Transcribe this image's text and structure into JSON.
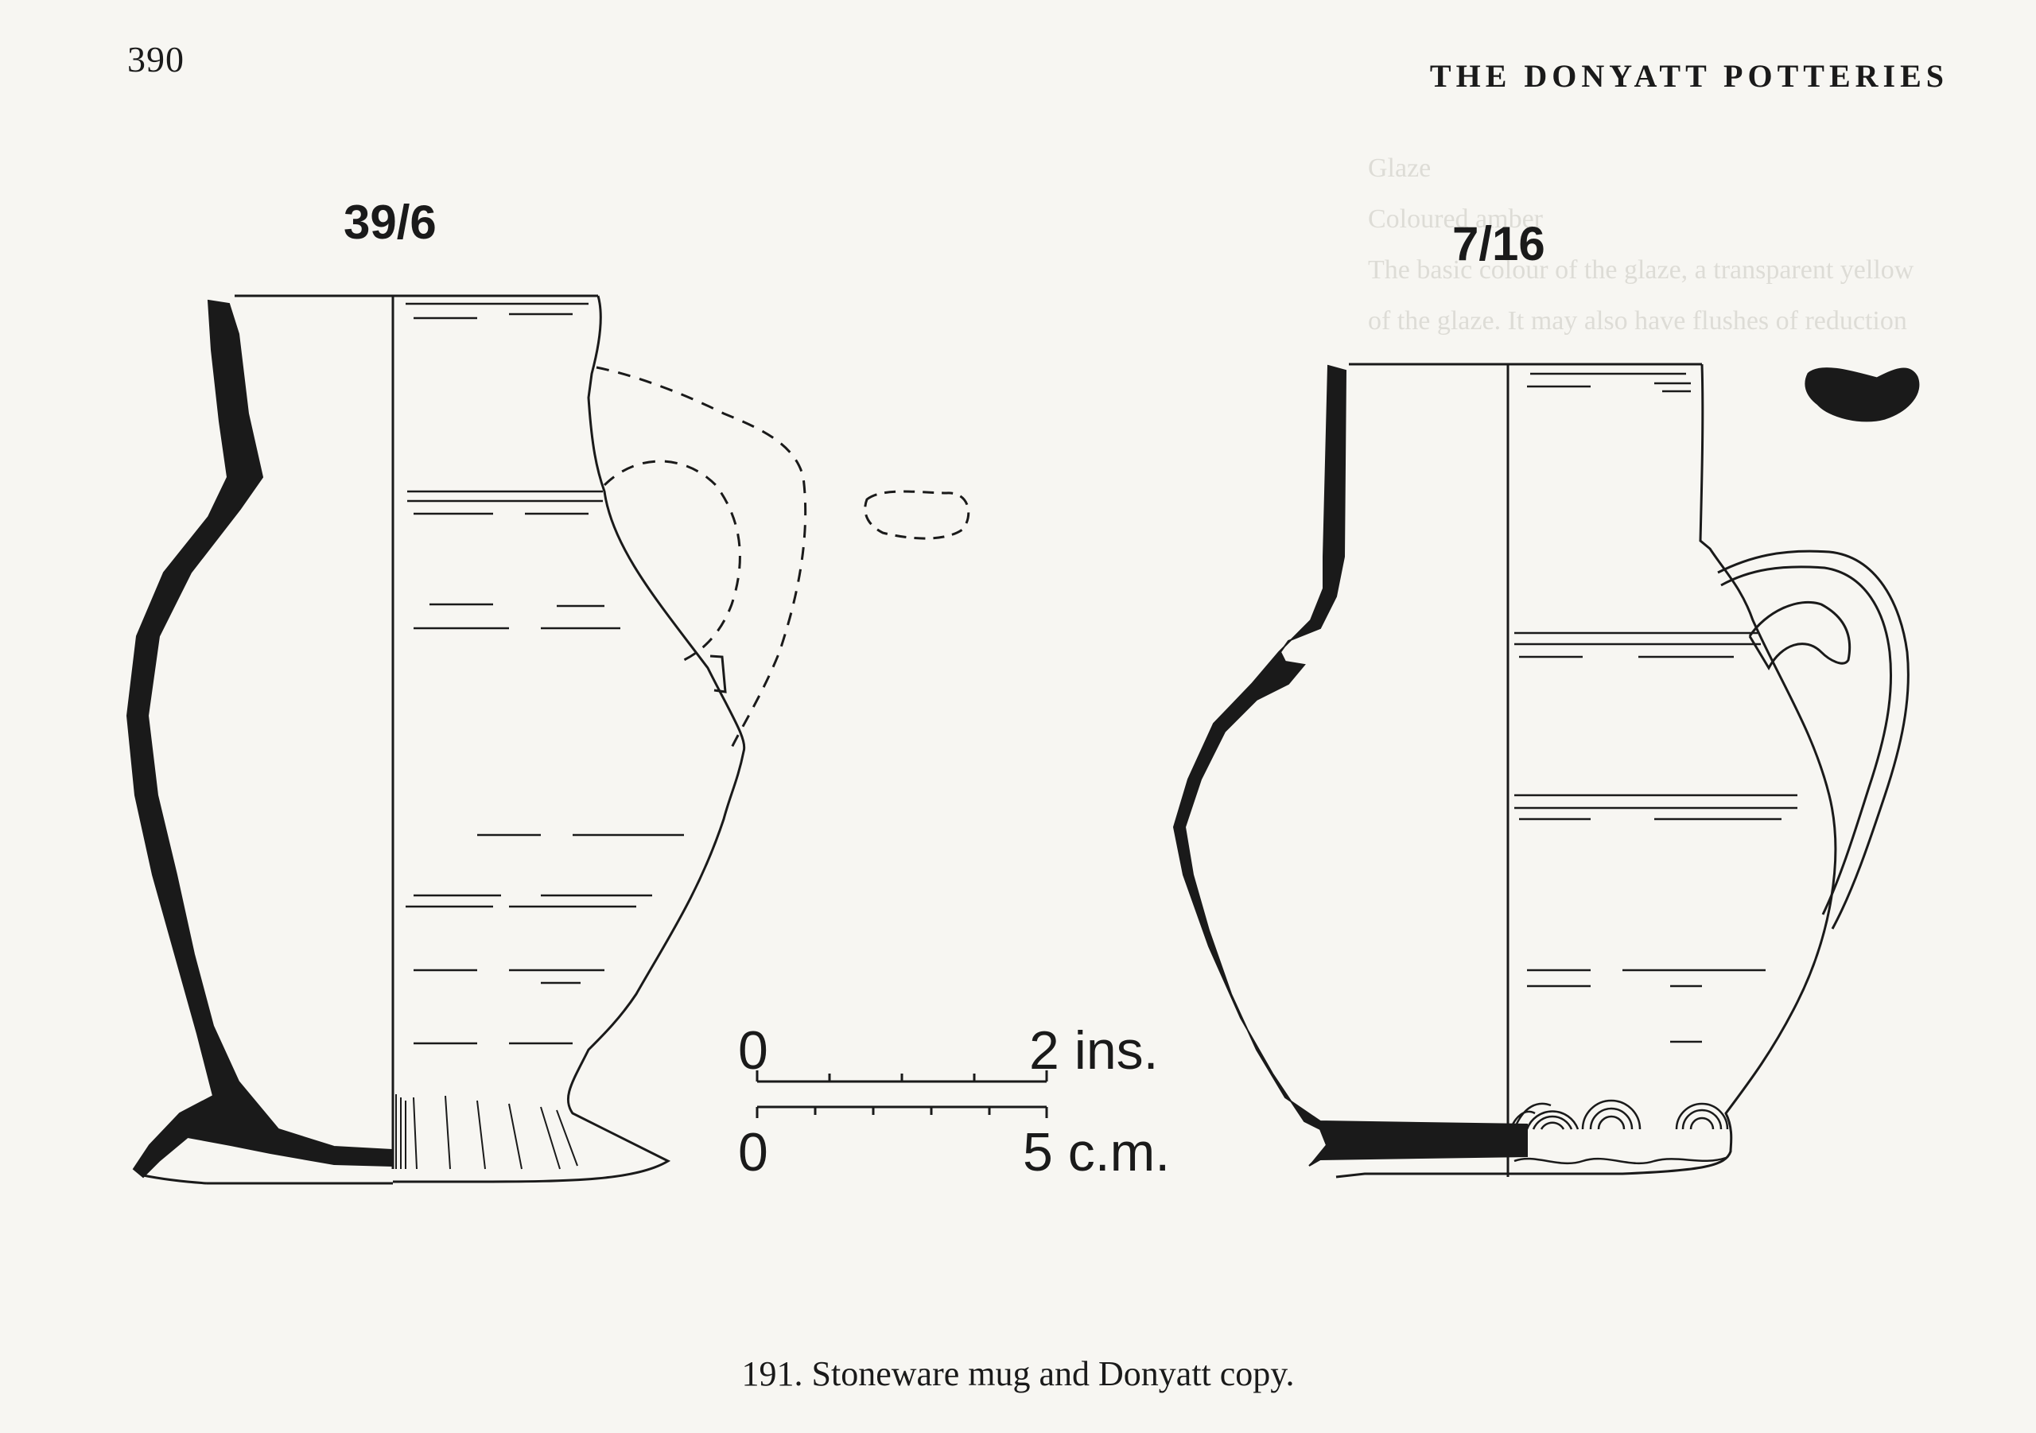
{
  "header": {
    "page_number": "390",
    "running_head": "THE DONYATT POTTERIES"
  },
  "figure": {
    "vessel_left_label": "39/6",
    "vessel_right_label": "7/16",
    "scale": {
      "inches_start": "0",
      "inches_end": "2 ins.",
      "cm_start": "0",
      "cm_end": "5 c.m."
    },
    "caption": "191. Stoneware mug and Donyatt copy."
  },
  "colors": {
    "paper": "#f7f6f2",
    "ink": "#1a1a1a",
    "bleed_through": "#c9c7c0"
  }
}
